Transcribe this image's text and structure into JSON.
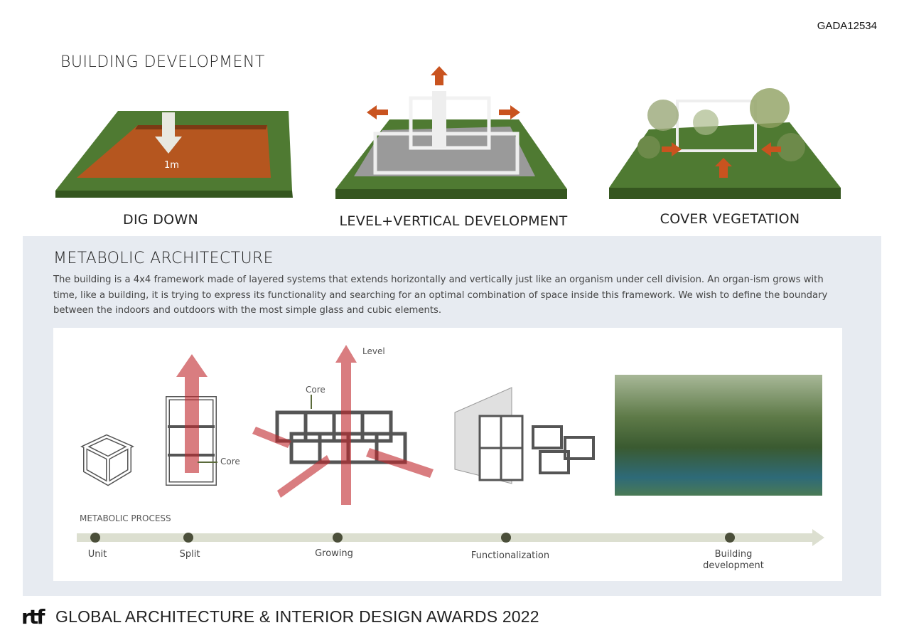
{
  "code": "GADA12534",
  "building_development": {
    "title": "BUILDING DEVELOPMENT",
    "steps": [
      {
        "caption": "DIG DOWN",
        "depth_label": "1m"
      },
      {
        "caption": "LEVEL+VERTICAL DEVELOPMENT"
      },
      {
        "caption": "COVER VEGETATION"
      }
    ]
  },
  "metabolic": {
    "title": "METABOLIC ARCHITECTURE",
    "paragraph": "The building is a 4x4 framework made of layered systems that extends horizontally and vertically just like an organism under cell division. An organ-ism grows with time, like a building, it is trying to express its functionality and searching for an optimal combination of space inside this framework. We wish to define the boundary between the indoors and outdoors with the most simple glass and cubic elements.",
    "diagram_labels": {
      "core1": "Core",
      "core2": "Core",
      "level": "Level"
    },
    "process_title": "METABOLIC PROCESS",
    "stages": [
      "Unit",
      "Split",
      "Growing",
      "Functionalization",
      "Building development"
    ]
  },
  "footer": {
    "logo": "rtf",
    "text": "GLOBAL ARCHITECTURE & INTERIOR DESIGN AWARDS 2022"
  },
  "colors": {
    "panel": "#e7ebf1",
    "arrow": "#c9531f",
    "grass": "#4f7a32",
    "timeline": "#dcdfd0",
    "dot": "#4b4f3a"
  }
}
